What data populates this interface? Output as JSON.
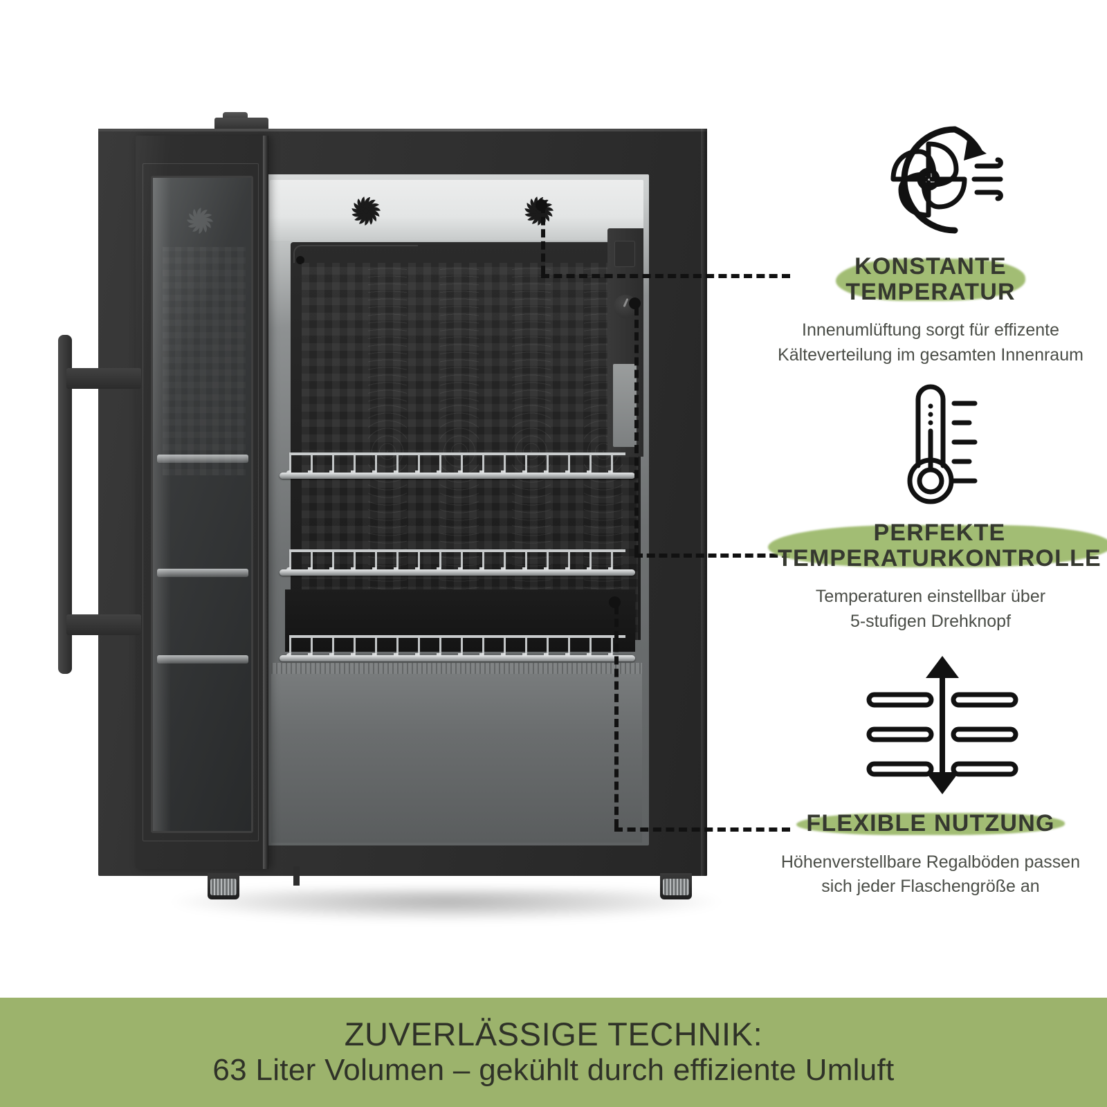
{
  "product": {
    "name": "glass-door-beverage-refrigerator",
    "door_state": "open",
    "shelf_count": 3,
    "fan_count": 2
  },
  "features": [
    {
      "id": "konstante-temperatur",
      "icon": "fan-circulation-icon",
      "title": "KONSTANTE\nTEMPERATUR",
      "description": "Innenumlüftung sorgt für effizente\nKälteverteilung im gesamten Innenraum"
    },
    {
      "id": "perfekte-temperaturkontrolle",
      "icon": "thermometer-icon",
      "title": "PERFEKTE\nTEMPERATURKONTROLLE",
      "description": "Temperaturen einstellbar über\n5-stufigen Drehknopf"
    },
    {
      "id": "flexible-nutzung",
      "icon": "adjustable-shelves-icon",
      "title": "FLEXIBLE NUTZUNG",
      "description": "Höhenverstellbare Regalböden passen\nsich jeder Flaschengröße an"
    }
  ],
  "banner": {
    "line1": "ZUVERLÄSSIGE TECHNIK:",
    "line2": "63 Liter Volumen – gekühlt durch effiziente Umluft"
  },
  "colors": {
    "highlight_green": "#9cb96a",
    "banner_green": "#9cb36c",
    "text_dark": "#35382f",
    "body_text": "#4a4d47",
    "callout_line": "#111111",
    "cabinet": "#2e2e2e",
    "background": "#ffffff"
  }
}
